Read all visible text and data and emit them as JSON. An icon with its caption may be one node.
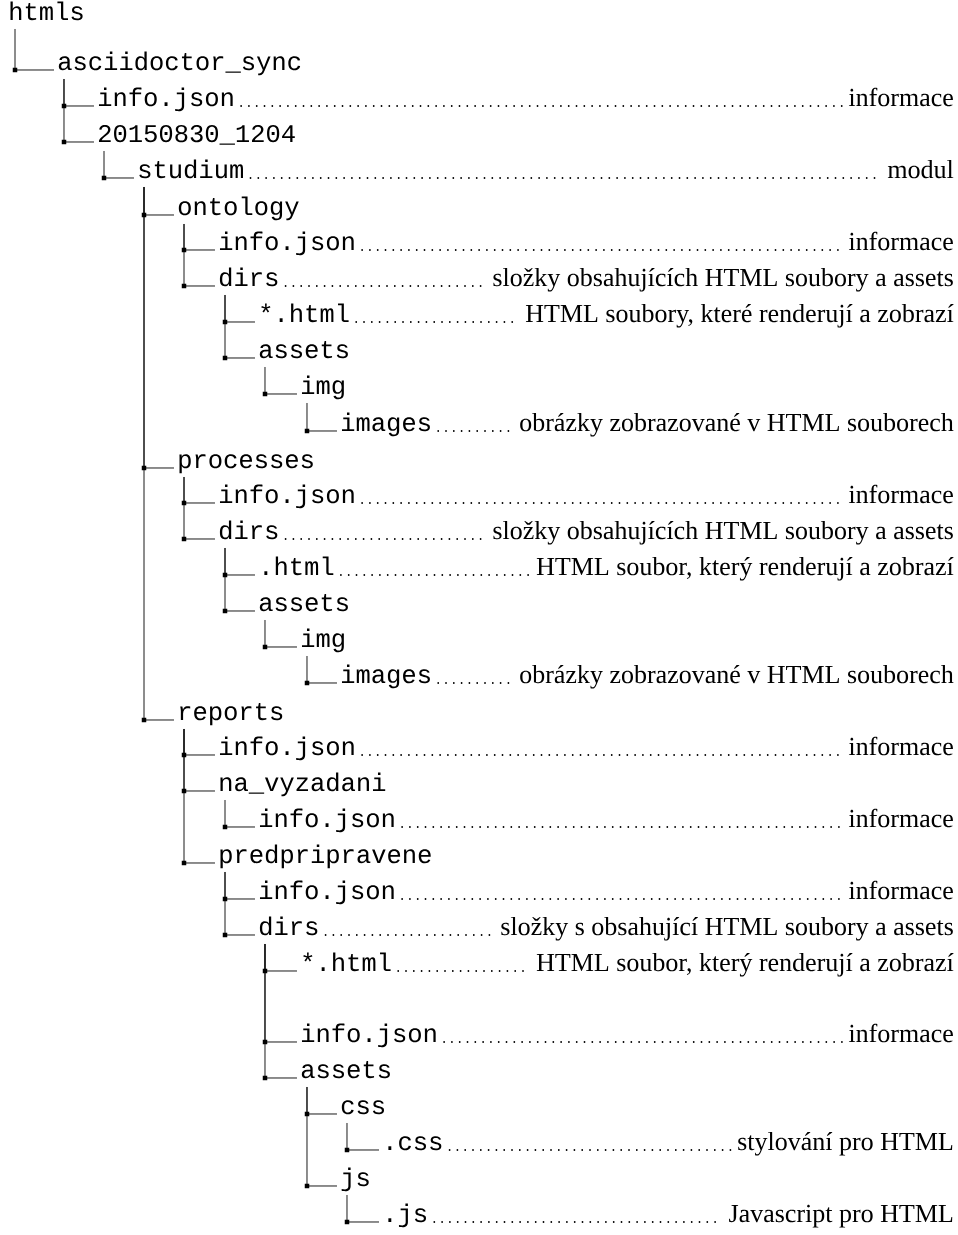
{
  "diagram": {
    "nodes": [
      {
        "text": [
          "htmls"
        ]
      },
      {
        "text": [
          "asciidoctor_sync"
        ]
      },
      {
        "text": [
          "info.json",
          "informace"
        ]
      },
      {
        "text": [
          "20150830_1204"
        ]
      },
      {
        "text": [
          "studium",
          "modul"
        ]
      },
      {
        "text": [
          "ontology"
        ]
      },
      {
        "text": [
          "info.json",
          "informace"
        ]
      },
      {
        "text": [
          "dirs",
          "složky obsahujících HTML soubory a assets"
        ]
      },
      {
        "text": [
          "*.html",
          "HTML soubory, které renderují a zobrazí"
        ]
      },
      {
        "text": [
          "assets"
        ]
      },
      {
        "text": [
          "img"
        ]
      },
      {
        "text": [
          "images",
          "obrázky zobrazované v HTML souborech"
        ]
      },
      {
        "text": [
          "processes"
        ]
      },
      {
        "text": [
          "info.json",
          "informace"
        ]
      },
      {
        "text": [
          "dirs",
          "složky obsahujících HTML soubory a assets"
        ]
      },
      {
        "text": [
          ".html",
          "HTML soubor, který renderují a zobrazí"
        ]
      },
      {
        "text": [
          "assets"
        ]
      },
      {
        "text": [
          "img"
        ]
      },
      {
        "text": [
          "images",
          "obrázky zobrazované v HTML souborech"
        ]
      },
      {
        "text": [
          "reports"
        ]
      },
      {
        "text": [
          "info.json",
          "informace"
        ]
      },
      {
        "text": [
          "na_vyzadani"
        ]
      },
      {
        "text": [
          "info.json",
          "informace"
        ]
      },
      {
        "text": [
          "predpripravene"
        ]
      },
      {
        "text": [
          "info.json",
          "informace"
        ]
      },
      {
        "text": [
          "dirs",
          "složky s obsahující HTML soubory a assets"
        ]
      },
      {
        "text": [
          "*.html",
          "HTML soubor, který renderují a zobrazí"
        ]
      },
      {
        "text": [
          "info.json",
          "informace"
        ]
      },
      {
        "text": [
          "assets"
        ]
      },
      {
        "text": [
          "css"
        ]
      },
      {
        "text": [
          ".css",
          "stylování pro HTML"
        ]
      },
      {
        "text": [
          "js"
        ]
      },
      {
        "text": [
          ".js",
          "Javascript pro HTML"
        ]
      }
    ],
    "edges": [
      {
        "from": 0,
        "to": 1,
        "arrow": "none"
      },
      {
        "from": 1,
        "to": 2,
        "arrow": "none"
      },
      {
        "from": 1,
        "to": 3,
        "arrow": "none"
      },
      {
        "from": 3,
        "to": 4,
        "arrow": "none"
      },
      {
        "from": 4,
        "to": 5,
        "arrow": "none"
      },
      {
        "from": 5,
        "to": 6,
        "arrow": "none"
      },
      {
        "from": 5,
        "to": 7,
        "arrow": "none"
      },
      {
        "from": 7,
        "to": 8,
        "arrow": "none"
      },
      {
        "from": 7,
        "to": 9,
        "arrow": "none"
      },
      {
        "from": 9,
        "to": 10,
        "arrow": "none"
      },
      {
        "from": 10,
        "to": 11,
        "arrow": "none"
      },
      {
        "from": 4,
        "to": 12,
        "arrow": "none"
      },
      {
        "from": 12,
        "to": 13,
        "arrow": "none"
      },
      {
        "from": 12,
        "to": 14,
        "arrow": "none"
      },
      {
        "from": 14,
        "to": 15,
        "arrow": "none"
      },
      {
        "from": 14,
        "to": 16,
        "arrow": "none"
      },
      {
        "from": 16,
        "to": 17,
        "arrow": "none"
      },
      {
        "from": 17,
        "to": 18,
        "arrow": "none"
      },
      {
        "from": 4,
        "to": 19,
        "arrow": "none"
      },
      {
        "from": 19,
        "to": 20,
        "arrow": "none"
      },
      {
        "from": 19,
        "to": 21,
        "arrow": "none"
      },
      {
        "from": 21,
        "to": 22,
        "arrow": "none"
      },
      {
        "from": 19,
        "to": 23,
        "arrow": "none"
      },
      {
        "from": 23,
        "to": 24,
        "arrow": "none"
      },
      {
        "from": 23,
        "to": 25,
        "arrow": "none"
      },
      {
        "from": 25,
        "to": 26,
        "arrow": "none"
      },
      {
        "from": 25,
        "to": 27,
        "arrow": "none"
      },
      {
        "from": 25,
        "to": 28,
        "arrow": "none"
      },
      {
        "from": 28,
        "to": 29,
        "arrow": "none"
      },
      {
        "from": 29,
        "to": 30,
        "arrow": "none"
      },
      {
        "from": 28,
        "to": 31,
        "arrow": "none"
      },
      {
        "from": 31,
        "to": 32,
        "arrow": "none"
      }
    ]
  }
}
